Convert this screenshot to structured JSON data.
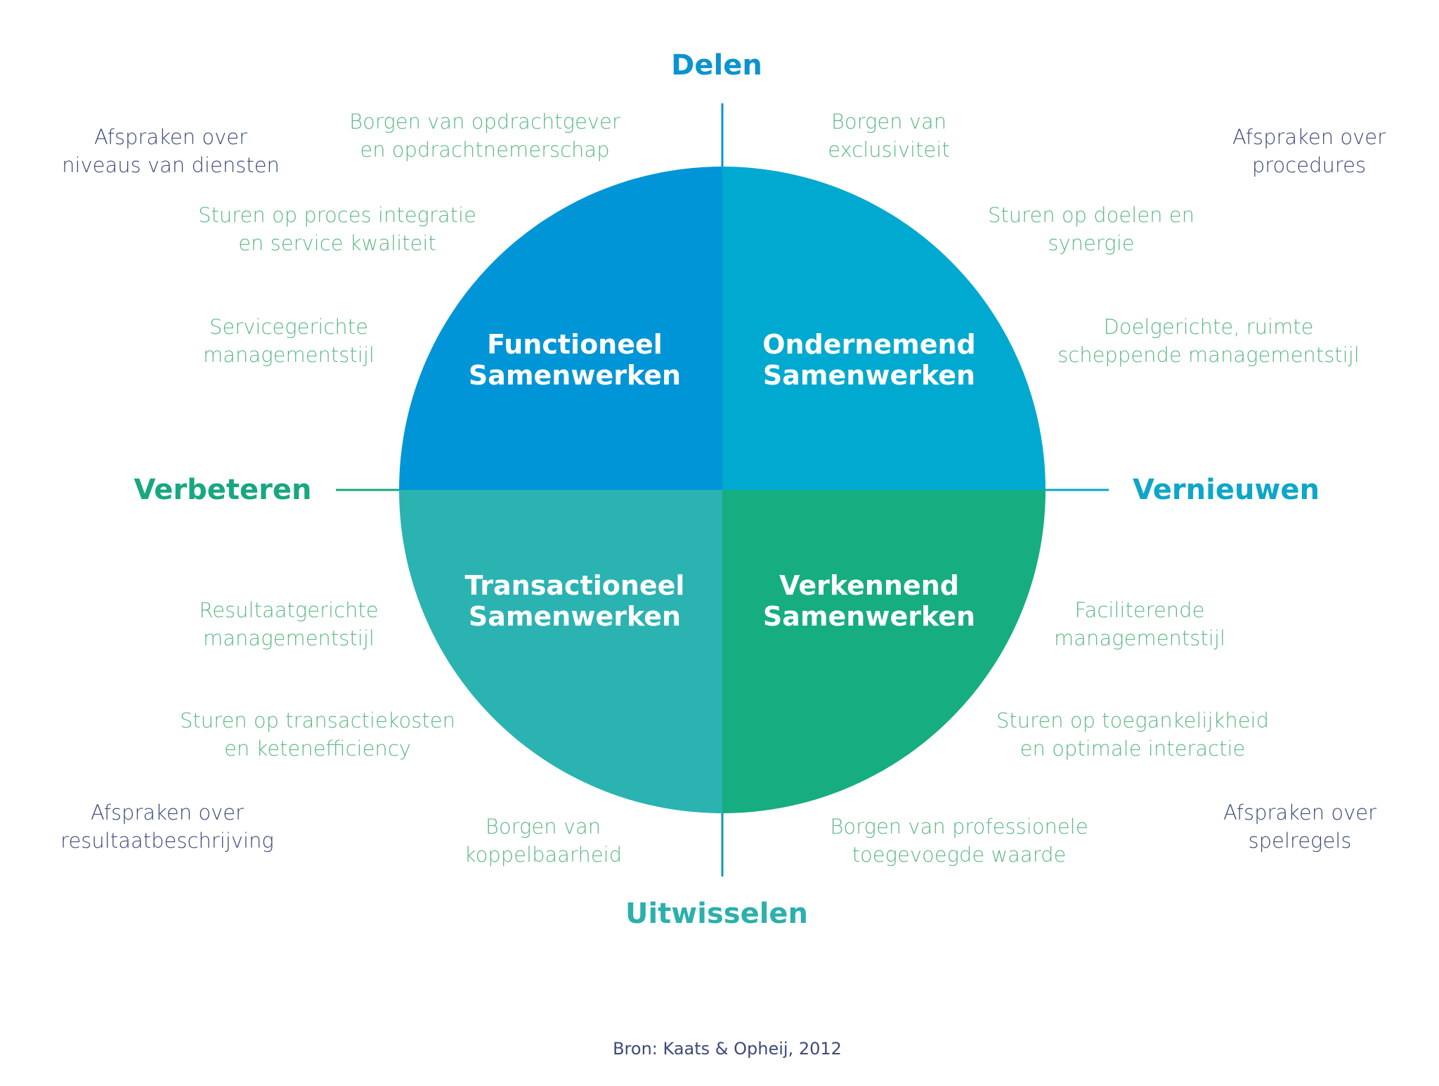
{
  "colors": {
    "blue": "#0095d6",
    "cyan": "#00a9cf",
    "teal": "#2bb3b2",
    "green": "#16ad80",
    "axis_delen": "#0a93d0",
    "axis_uitwisselen": "#2bb0ae",
    "axis_verbeteren": "#18a77f",
    "axis_vernieuwen": "#0ea6c9",
    "label_green": "#5db887",
    "label_navy": "#3d4a7a"
  },
  "axes": {
    "top": "Delen",
    "bottom": "Uitwisselen",
    "left": "Verbeteren",
    "right": "Vernieuwen"
  },
  "quadrants": {
    "top_left": [
      "Functioneel",
      "Samenwerken"
    ],
    "top_right": [
      "Ondernemend",
      "Samenwerken"
    ],
    "bottom_left": [
      "Transactioneel",
      "Samenwerken"
    ],
    "bottom_right": [
      "Verkennend",
      "Samenwerken"
    ]
  },
  "top_left": {
    "afspraken": [
      "Afspraken over",
      "niveaus van diensten"
    ],
    "borgen": [
      "Borgen van opdrachtgever",
      "en opdrachtnemerschap"
    ],
    "sturen": [
      "Sturen op proces integratie",
      "en service kwaliteit"
    ],
    "stijl": [
      "Servicegerichte",
      "managementstijl"
    ]
  },
  "top_right": {
    "afspraken": [
      "Afspraken over",
      "procedures"
    ],
    "borgen": [
      "Borgen van",
      "exclusiviteit"
    ],
    "sturen": [
      "Sturen op doelen en",
      "synergie"
    ],
    "stijl": [
      "Doelgerichte, ruimte",
      "scheppende managementstijl"
    ]
  },
  "bottom_left": {
    "stijl": [
      "Resultaatgerichte",
      "managementstijl"
    ],
    "sturen": [
      "Sturen op transactiekosten",
      "en ketenefficiency"
    ],
    "afspraken": [
      "Afspraken over",
      "resultaatbeschrijving"
    ],
    "borgen": [
      "Borgen van",
      "koppelbaarheid"
    ]
  },
  "bottom_right": {
    "stijl": [
      "Faciliterende",
      "managementstijl"
    ],
    "sturen": [
      "Sturen op toegankelijkheid",
      "en optimale interactie"
    ],
    "afspraken": [
      "Afspraken over",
      "spelregels"
    ],
    "borgen": [
      "Borgen van professionele",
      "toegevoegde waarde"
    ]
  },
  "source": "Bron: Kaats & Opheij, 2012"
}
